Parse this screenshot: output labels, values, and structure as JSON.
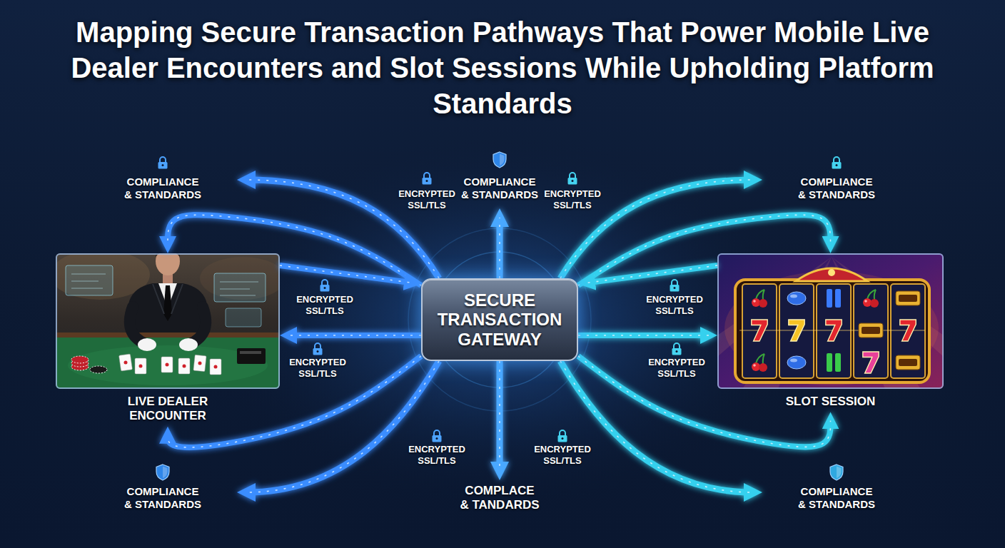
{
  "diagram": {
    "title": "Mapping Secure Transaction Pathways That Power Mobile Live Dealer Encounters and Slot Sessions While Upholding Platform Standards",
    "nodes": [
      {
        "text": [
          "LIVE DEALER ENCOUNTER"
        ]
      },
      {
        "text": [
          "SECURE TRANSACTION GATEWAY"
        ]
      },
      {
        "text": [
          "SLOT SESSION"
        ]
      }
    ],
    "edges": [
      {
        "from": 1,
        "to": 0,
        "arrow": "to",
        "label": "ENCRYPTED SSL/TLS"
      },
      {
        "from": 0,
        "to": 1,
        "arrow": "to",
        "label": "ENCRYPTED SSL/TLS"
      },
      {
        "from": 1,
        "to": 0,
        "arrow": "to",
        "label": "ENCRYPTED SSL/TLS"
      },
      {
        "from": 1,
        "to": 0,
        "arrow": "to",
        "label": "ENCRYPTED SSL/TLS"
      },
      {
        "from": 1,
        "to": 2,
        "arrow": "to",
        "label": "ENCRYPTED SSL/TLS"
      },
      {
        "from": 2,
        "to": 1,
        "arrow": "to",
        "label": "ENCRYPTED SSL/TLS"
      },
      {
        "from": 1,
        "to": 2,
        "arrow": "to",
        "label": "ENCRYPTED SSL/TLS"
      },
      {
        "from": 1,
        "to": 2,
        "arrow": "to",
        "label": "ENCRYPTED SSL/TLS"
      }
    ],
    "labels": [
      "COMPLIANCE & STANDARDS",
      "COMPLIANCE & STANDARDS",
      "COMPLIANCE & STANDARDS",
      "COMPLIANCE & STANDARDS",
      "COMPLACE & TANDARDS",
      "COMPLIANCE & STANDARDS"
    ]
  }
}
